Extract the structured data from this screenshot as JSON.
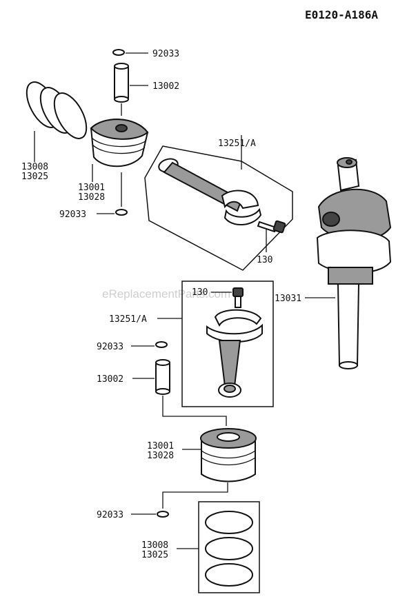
{
  "diagram_code": "E0120-A186A",
  "watermark": "eReplacementParts.com",
  "labels": {
    "snap_ring_top": "92033",
    "piston_pin_top": "13002",
    "ring_set_top_a": "13008",
    "ring_set_top_b": "13025",
    "piston_top_a": "13001",
    "piston_top_b": "13028",
    "snap_ring_mid": "92033",
    "conrod_top": "13251/A",
    "bolt_top": "130",
    "crankshaft": "13031",
    "bolt_bottom": "130",
    "conrod_bottom": "13251/A",
    "snap_ring_left": "92033",
    "piston_pin_bottom": "13002",
    "piston_bottom_a": "13001",
    "piston_bottom_b": "13028",
    "snap_ring_bottom": "92033",
    "ring_set_bottom_a": "13008",
    "ring_set_bottom_b": "13025"
  }
}
